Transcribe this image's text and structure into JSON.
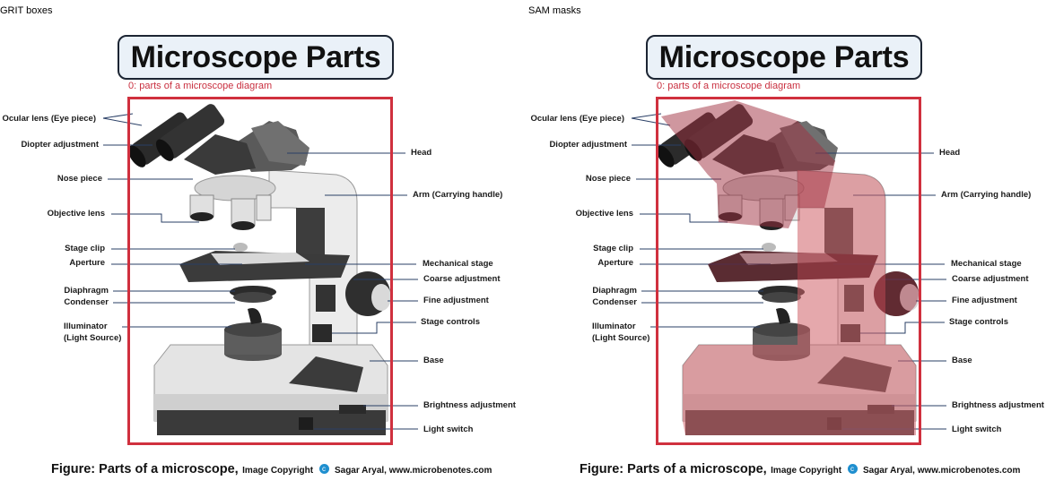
{
  "panels": [
    {
      "title": "GRIT boxes",
      "mode": "boxes"
    },
    {
      "title": "SAM masks",
      "mode": "masks"
    }
  ],
  "diagram": {
    "title": "Microscope Parts",
    "box_label": "0: parts of a microscope diagram",
    "labels_left": {
      "ocular": "Ocular lens (Eye piece)",
      "diopter": "Diopter adjustment",
      "nose": "Nose piece",
      "objective": "Objective lens",
      "stageclip": "Stage clip",
      "aperture": "Aperture",
      "diaphragm": "Diaphragm",
      "condenser": "Condenser",
      "illuminator1": "Illuminator",
      "illuminator2": "(Light Source)"
    },
    "labels_right": {
      "head": "Head",
      "arm": "Arm (Carrying handle)",
      "mechstage": "Mechanical stage",
      "coarse": "Coarse adjustment",
      "fine": "Fine adjustment",
      "stagecontrols": "Stage controls",
      "base": "Base",
      "brightness": "Brightness adjustment",
      "switch": "Light switch"
    },
    "caption": {
      "main": "Figure: Parts of a microscope,",
      "small1": "Image Copyright",
      "icon": "c",
      "small2": "Sagar Aryal, www.microbenotes.com"
    }
  },
  "colors": {
    "box": "#d0303e",
    "mask": "#e07a80",
    "leader": "#2a3f66"
  }
}
